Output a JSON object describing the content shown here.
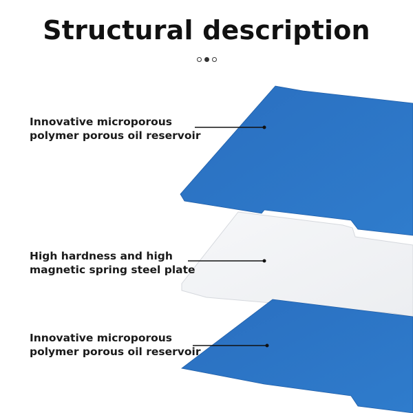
{
  "title": "Structural description",
  "carousel": {
    "count": 3,
    "active_index": 1
  },
  "callouts": [
    {
      "line1": "Innovative microporous",
      "line2": "polymer porous oil reservoir"
    },
    {
      "line1": "High hardness and high",
      "line2": "magnetic spring steel plate"
    },
    {
      "line1": "Innovative microporous",
      "line2": "polymer porous oil reservoir"
    }
  ],
  "colors": {
    "layer_blue": "#2b74c4",
    "layer_white": "#f2f3f5",
    "text": "#1a1a1a",
    "leader_line": "#111111"
  }
}
